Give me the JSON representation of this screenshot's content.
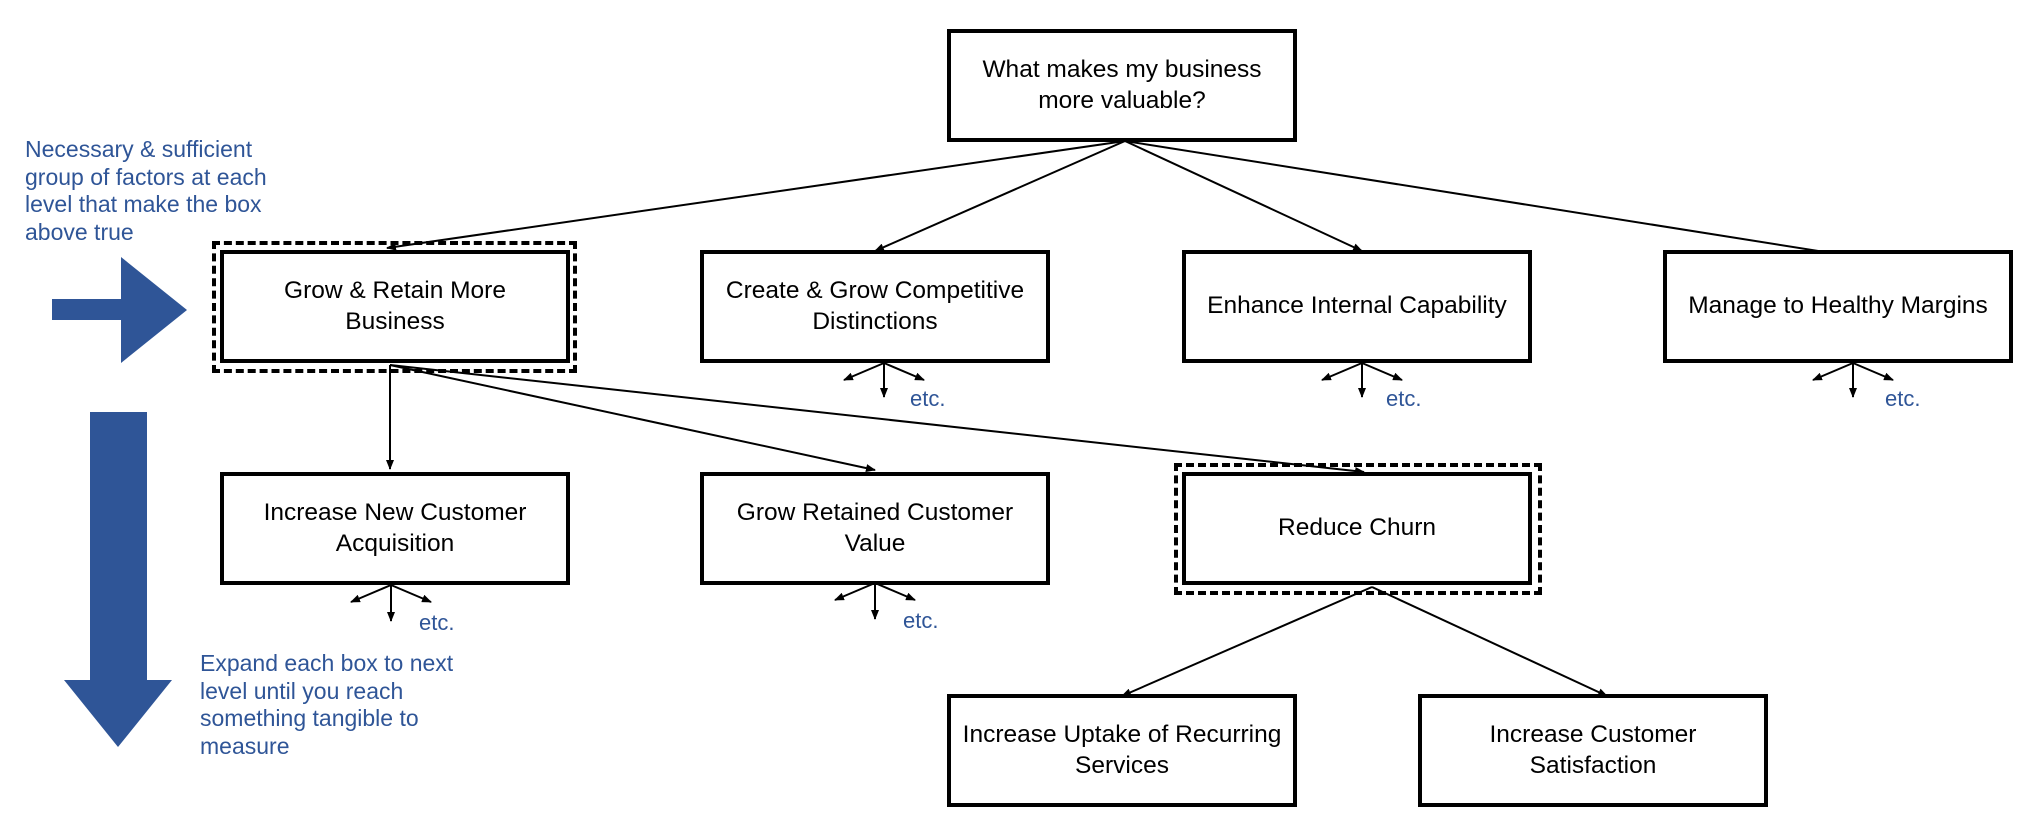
{
  "colors": {
    "accent": "#2f5597",
    "box_border": "#000000",
    "connector": "#000000"
  },
  "nodes": {
    "root": "What makes my business more valuable?",
    "grow_retain": "Grow & Retain More Business",
    "competitive": "Create & Grow Competitive Distinctions",
    "internal": "Enhance Internal Capability",
    "margins": "Manage to Healthy Margins",
    "new_customer": "Increase New Customer Acquisition",
    "retained_value": "Grow Retained Customer Value",
    "reduce_churn": "Reduce Churn",
    "recurring": "Increase Uptake of Recurring Services",
    "satisfaction": "Increase Customer Satisfaction"
  },
  "notes": {
    "horizontal": "Necessary & sufficient group of factors at each level that make the box above true",
    "vertical": "Expand each box to next level until you reach something tangible to measure"
  },
  "etc_label": "etc.",
  "highlighted": [
    "grow_retain",
    "reduce_churn"
  ],
  "icons": {
    "right_arrow": "right-arrow-icon",
    "down_arrow": "down-arrow-icon"
  }
}
